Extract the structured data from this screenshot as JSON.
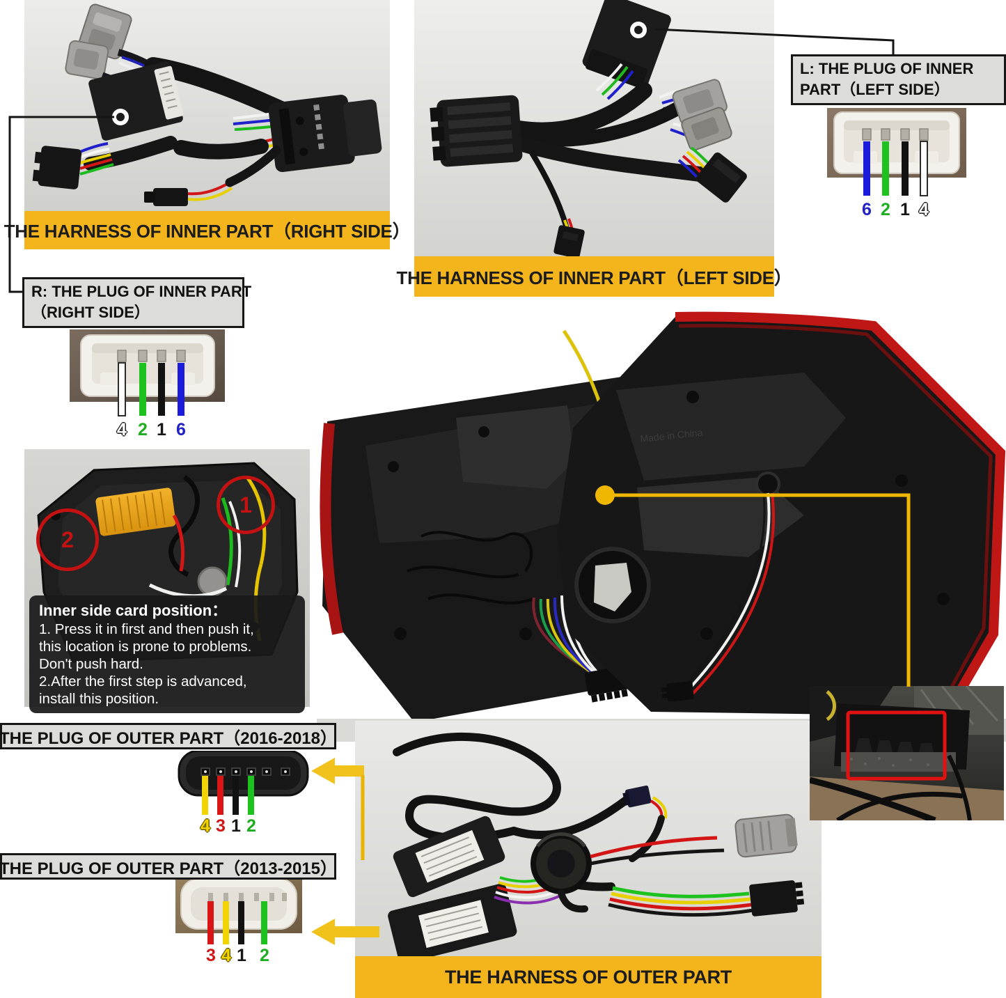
{
  "captions": {
    "inner_right": "THE HARNESS OF INNER PART（RIGHT SIDE）",
    "inner_left": "THE HARNESS OF INNER PART（LEFT SIDE）",
    "outer": "THE HARNESS OF OUTER PART"
  },
  "labels": {
    "plug_inner_left_line1": "L: THE PLUG OF INNER",
    "plug_inner_left_line2": "PART（LEFT SIDE）",
    "plug_inner_right_line1": "R: THE PLUG OF INNER PART",
    "plug_inner_right_line2": "（RIGHT SIDE）",
    "plug_outer_2016": "THE PLUG OF OUTER PART（2016-2018）",
    "plug_outer_2013": "THE PLUG OF OUTER PART（2013-2015）"
  },
  "plugs": {
    "inner_left": {
      "pins": [
        {
          "num": "6",
          "wire": "blue"
        },
        {
          "num": "2",
          "wire": "green"
        },
        {
          "num": "1",
          "wire": "black"
        },
        {
          "num": "4",
          "wire": "white"
        }
      ]
    },
    "inner_right": {
      "pins": [
        {
          "num": "4",
          "wire": "white"
        },
        {
          "num": "2",
          "wire": "green"
        },
        {
          "num": "1",
          "wire": "black"
        },
        {
          "num": "6",
          "wire": "blue"
        }
      ]
    },
    "outer_2016": {
      "pins": [
        {
          "num": "4",
          "wire": "yellow"
        },
        {
          "num": "3",
          "wire": "red"
        },
        {
          "num": "1",
          "wire": "black"
        },
        {
          "num": "2",
          "wire": "green"
        }
      ]
    },
    "outer_2013": {
      "pins": [
        {
          "num": "3",
          "wire": "red"
        },
        {
          "num": "4",
          "wire": "yellow"
        },
        {
          "num": "1",
          "wire": "black"
        },
        {
          "num": "2",
          "wire": "green"
        }
      ]
    }
  },
  "note": {
    "title": "Inner side card position：",
    "lines": [
      "1. Press it in first and then push it,",
      "this location is prone to problems.",
      "Don't push hard.",
      "2.After the first step is advanced,",
      "install this position."
    ]
  },
  "markers": {
    "one": "1",
    "two": "2"
  },
  "colors": {
    "accent_yellow": "#F3B51B",
    "label_gray": "#DCDCDB",
    "pointer_yellow": "#EFB701",
    "marker_red": "#C41212",
    "wire_blue": "#1B1BDB",
    "wire_green": "#1EC21E",
    "wire_black": "#121212",
    "wire_white": "#FDFDFD",
    "wire_yellow": "#F2D400",
    "wire_red": "#D91515"
  }
}
